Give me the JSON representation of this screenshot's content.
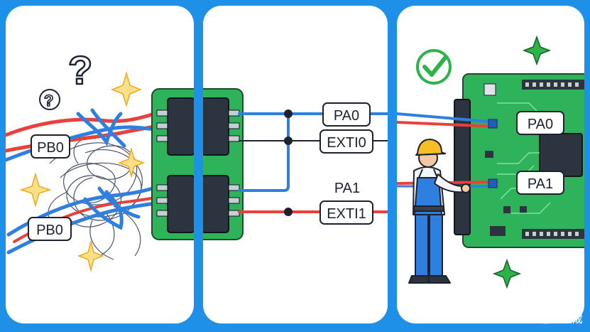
{
  "panels": {
    "left": {
      "label_top": "PB0",
      "label_bottom": "PB0"
    },
    "middle": {
      "label_pa0": "PA0",
      "label_exti0": "EXTI0",
      "label_pa1": "PA1",
      "label_exti1": "EXTI1"
    },
    "right": {
      "label_pa0": "PA0",
      "label_pa1": "PA1"
    }
  },
  "watermark": "豆包AI生成",
  "colors": {
    "background": "#1e90e8",
    "wire_red": "#e8413b",
    "wire_blue": "#2f7fe0",
    "pcb_green": "#2fb35a",
    "check_green": "#2db34a",
    "spark_yellow": "#f5b82e"
  },
  "icons": [
    "question-mark-icon",
    "spark-icon",
    "checkmark-icon",
    "star-icon"
  ]
}
